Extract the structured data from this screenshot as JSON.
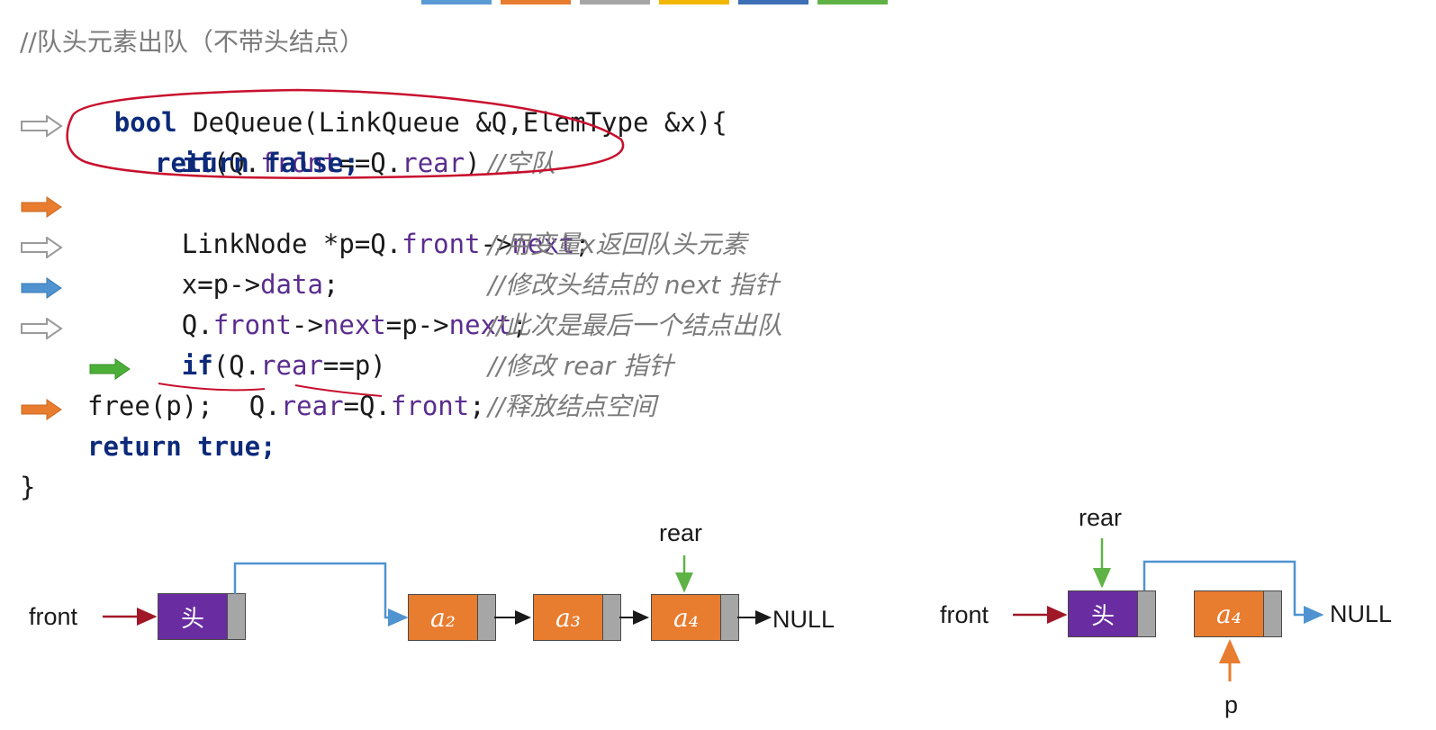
{
  "colors": {
    "orange": "#e87c2f",
    "blue": "#4f93d0",
    "green": "#4caf38",
    "gray_arrow": "#9a9a9a",
    "purple": "#6a2ca1",
    "red_ink": "#c8102e",
    "pointer_gray": "#a6a6a6"
  },
  "tabs": [
    "#5b9bd5",
    "#e87c2f",
    "#a6a6a6",
    "#f2b705",
    "#3d6fb6",
    "#5fb346"
  ],
  "code": {
    "comment_title": "//队头元素出队（不带头结点）",
    "signature_kw": "bool",
    "signature_name": " DeQueue(",
    "signature_type1": "LinkQueue",
    "signature_mid": " &Q,",
    "signature_type2": "ElemType",
    "signature_end": " &x){",
    "l1_kw": "if",
    "l1_a": "(Q.",
    "l1_f1": "front",
    "l1_b": "==Q.",
    "l1_f2": "rear",
    "l1_c": ")",
    "l2_text": "return false;",
    "l2_comment": "//空队",
    "l3_type": "LinkNode",
    "l3_a": " *p=Q.",
    "l3_f": "front",
    "l3_b": "->",
    "l3_f2": "next",
    "l3_c": ";",
    "l4_a": "x=p->",
    "l4_f": "data",
    "l4_c": ";",
    "l4_comment": "//用变量x返回队头元素",
    "l5_a": "Q.",
    "l5_f1": "front",
    "l5_b": "->",
    "l5_f2": "next",
    "l5_c": "=p->",
    "l5_f3": "next",
    "l5_d": ";",
    "l5_comment": "//修改头结点的 next 指针",
    "l6_kw": "if",
    "l6_a": "(Q.",
    "l6_f": "rear",
    "l6_b": "==p)",
    "l6_comment": "//此次是最后一个结点出队",
    "l7_a": "Q.",
    "l7_f1": "rear",
    "l7_b": "=Q.",
    "l7_f2": "front",
    "l7_c": ";",
    "l7_comment": "//修改 rear 指针",
    "l8_text": "free(p);",
    "l8_comment": "//释放结点空间",
    "l9_text": "return true;",
    "close": "}"
  },
  "diagram_left": {
    "front_label": "front",
    "rear_label": "rear",
    "head_label": "头",
    "nodes": [
      "a₂",
      "a₃",
      "a₄"
    ],
    "null_label": "NULL"
  },
  "diagram_right": {
    "front_label": "front",
    "rear_label": "rear",
    "head_label": "头",
    "node": "a₄",
    "null_label": "NULL",
    "p_label": "p"
  }
}
